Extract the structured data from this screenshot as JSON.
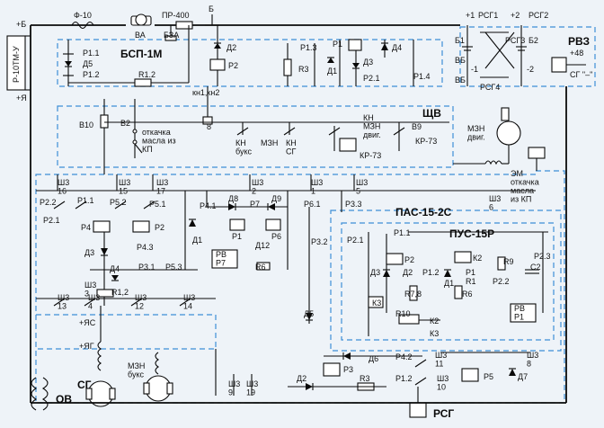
{
  "blocks": {
    "bsp": "БСП-1М",
    "shchv": "ЩВ",
    "pas": "ПАС-15-2С",
    "pus": "ПУС-15Р",
    "rvz": "РВЗ",
    "rsg": "РСГ",
    "ov": "ОВ",
    "sg": "СГ"
  },
  "labels": {
    "plus_b": "+Б",
    "plus_ya": "+Я",
    "plus_yas": "+ЯС",
    "plus_yag": "+ЯГ",
    "f10": "Ф-10",
    "va": "ВА",
    "pr400": "ПР-400",
    "b3a": "БЗА",
    "b": "Б",
    "r10tmu": "Р-10ТМ-У",
    "p11": "Р1.1",
    "d5a": "Д5",
    "p12": "Р1.2",
    "r12": "R1.2",
    "d2": "Д2",
    "r2": "Р2",
    "p13": "Р1.3",
    "r3": "R3",
    "p1": "Р1",
    "d1": "Д1",
    "d3": "Д3",
    "d4": "Д4",
    "p21": "Р2.1",
    "p14": "Р1.4",
    "kn12": "кн1,кн2",
    "plus1": "+1",
    "rsg1": "РСГ1",
    "plus2": "+2",
    "rsg2": "РСГ2",
    "b1": "Б1",
    "rsg3": "РСГ3",
    "b2": "Б2",
    "vb1": "ВБ",
    "vb2": "ВБ",
    "rsg4": "РСГ4",
    "minus1": "-1",
    "minus2": "-2",
    "plus48": "+48",
    "sg_minus": "СГ \"–\"",
    "v10": "В10",
    "v2": "В2",
    "otk": "откачка\nмасла из\nКП",
    "n8": "8",
    "kn_buks": "КН\nбукс",
    "mzn": "МЗН",
    "kn_sg": "КН\nСГ",
    "kn_mzn": "КН\nМЗН\nдвиг.",
    "v9": "В9",
    "kr73a": "КР-73",
    "kr73b": "КР-73",
    "mzn_dvig": "МЗН\nдвиг.",
    "em": "ЭМ\nоткачка\nмасла\nиз КП",
    "sh16": "Ш3\n16",
    "sh15": "Ш3\n15",
    "sh17": "Ш3\n17",
    "sh2": "Ш3\n2",
    "sh1": "Ш3\n1",
    "sh5": "Ш3\n5",
    "sh6": "Ш3\n6",
    "p22": "Р2.2",
    "p11b": "Р1.1",
    "p52": "Р5.2",
    "p51": "Р5.1",
    "p21b": "Р2.1",
    "p4": "Р4",
    "p2b": "Р2",
    "p41": "Р4.1",
    "d8": "Д8",
    "p7": "Р7",
    "d9": "Д9",
    "p61": "Р6.1",
    "p33": "Р3.3",
    "p1c": "Р1",
    "p6": "Р6",
    "d12": "Д12",
    "d11": "Д1",
    "d3b": "Д3",
    "p43": "Р4.3",
    "d4b": "Д4",
    "p31": "Р3.1",
    "p53": "Р5.3",
    "rv_p7": "РВ\nР7",
    "r6": "R6",
    "p32": "Р3.2",
    "sh3": "Ш3\n3",
    "sh13": "Ш3\n13",
    "sh4": "Ш3\n4",
    "r12b": "R1,2",
    "sh12": "Ш3\n12",
    "sh14": "Ш3\n14",
    "d5b": "Д5",
    "p11c": "Р1.1",
    "p21c": "Р2.1",
    "p2c": "Р2",
    "d3c": "Д3",
    "d2c": "Д2",
    "k2a": "К2",
    "p12c": "Р1.2",
    "p1d": "Р1",
    "r1": "R1",
    "d1c": "Д1",
    "r9": "R9",
    "c2": "C2",
    "p23": "Р2.3",
    "p22c": "Р2.2",
    "k3a": "К3",
    "r78": "R7,8",
    "r6c": "R6",
    "rv_p1": "РВ\nР1",
    "r10": "R10",
    "k2b": "К2",
    "k3b": "К3",
    "mzn_buks": "МЗН\nбукс",
    "d6": "Д6",
    "p42": "Р4.2",
    "sh11": "Ш3\n11",
    "sh8": "Ш3\n8",
    "d2d": "Д2",
    "p3": "Р3",
    "r3b": "R3",
    "p12d": "Р1.2",
    "sh10": "Ш3\n10",
    "p5": "Р5",
    "d7": "Д7",
    "sh9": "Ш3\n9",
    "sh19": "Ш3\n19"
  }
}
